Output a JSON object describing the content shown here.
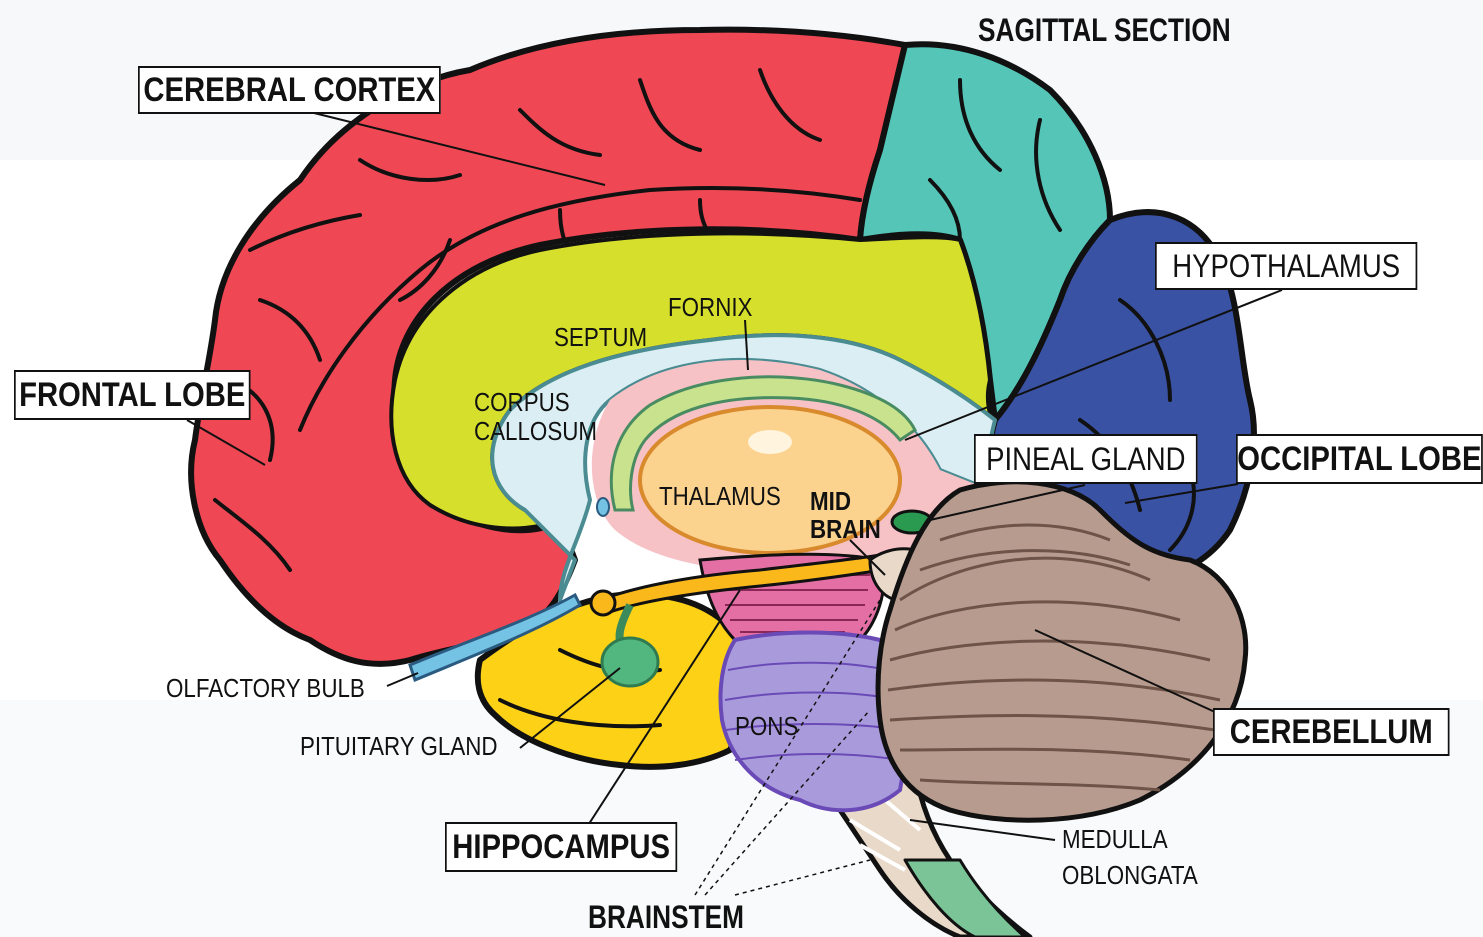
{
  "heading": "SAGITTAL SECTION",
  "boxed_labels": {
    "cerebral_cortex": "CEREBRAL CORTEX",
    "frontal_lobe": "FRONTAL LOBE",
    "hypothalamus": "HYPOTHALAMUS",
    "pineal_gland": "PINEAL GLAND",
    "occipital_lobe": "OCCIPITAL LOBE",
    "cerebellum": "CEREBELLUM",
    "hippocampus": "HIPPOCAMPUS"
  },
  "plain_labels": {
    "fornix": "FORNIX",
    "septum": "SEPTUM",
    "corpus_1": "CORPUS",
    "corpus_2": "CALLOSUM",
    "thalamus": "THALAMUS",
    "mid_1": "MID",
    "mid_2": "BRAIN",
    "pons": "PONS",
    "olfactory_bulb": "OLFACTORY BULB",
    "pituitary_gland": "PITUITARY GLAND",
    "medulla_1": "MEDULLA",
    "medulla_2": "OBLONGATA",
    "brainstem": "BRAINSTEM"
  },
  "colors": {
    "frontal": "#ef4754",
    "parietal": "#55c5b7",
    "occipital": "#3a52a3",
    "corpus_callosum": "#d5df2c",
    "septum": "#dbeef3",
    "inner": "#f7c2c6",
    "fornix": "#c9e28e",
    "thalamus": "#fbd38f",
    "temporal": "#fcd116",
    "hippocampus": "#fbb81b",
    "pituitary": "#52b67f",
    "midbrain": "#e46fa5",
    "pons": "#a99bdb",
    "cerebellum": "#b79b8e",
    "brainstem": "#e8d9c8",
    "medulla_green": "#7bc498",
    "olfactory": "#74c2e4",
    "outline": "#111111"
  }
}
